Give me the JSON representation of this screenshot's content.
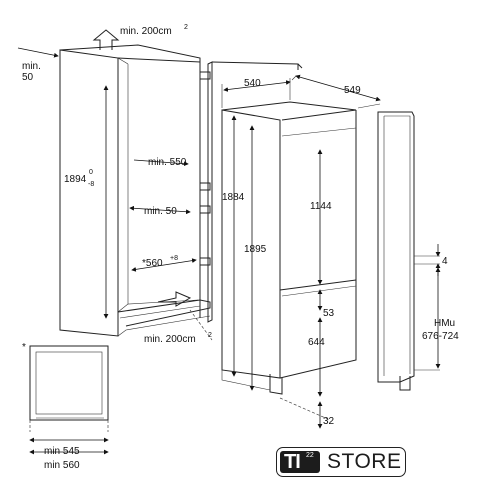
{
  "labels": {
    "top_vent": "min. 200cm",
    "top_vent_sup": "2",
    "top_left_gap": "min.",
    "top_left_gap_value": "50",
    "niche_height": "1894",
    "niche_height_tol_upper": "0",
    "niche_height_tol_lower": "-8",
    "niche_depth": "min. 550",
    "side_gap": "min. 50",
    "niche_width": "*560",
    "niche_width_tol": "+8",
    "bottom_vent": "min. 200cm",
    "bottom_vent_sup": "2",
    "appliance_height": "1884",
    "appliance_width": "540",
    "appliance_depth": "549",
    "total_height": "1895",
    "upper_door": "1144",
    "door_gap": "53",
    "lower_door": "644",
    "bottom_gap": "32",
    "side_gap_right": "4",
    "hmu_label": "HMu",
    "hmu_range": "676-724",
    "plan_asterisk": "*",
    "plan_min_1": "min 545",
    "plan_min_2": "min 560"
  },
  "logo": {
    "ti": "TI",
    "sup": "22",
    "store": "STORE"
  }
}
